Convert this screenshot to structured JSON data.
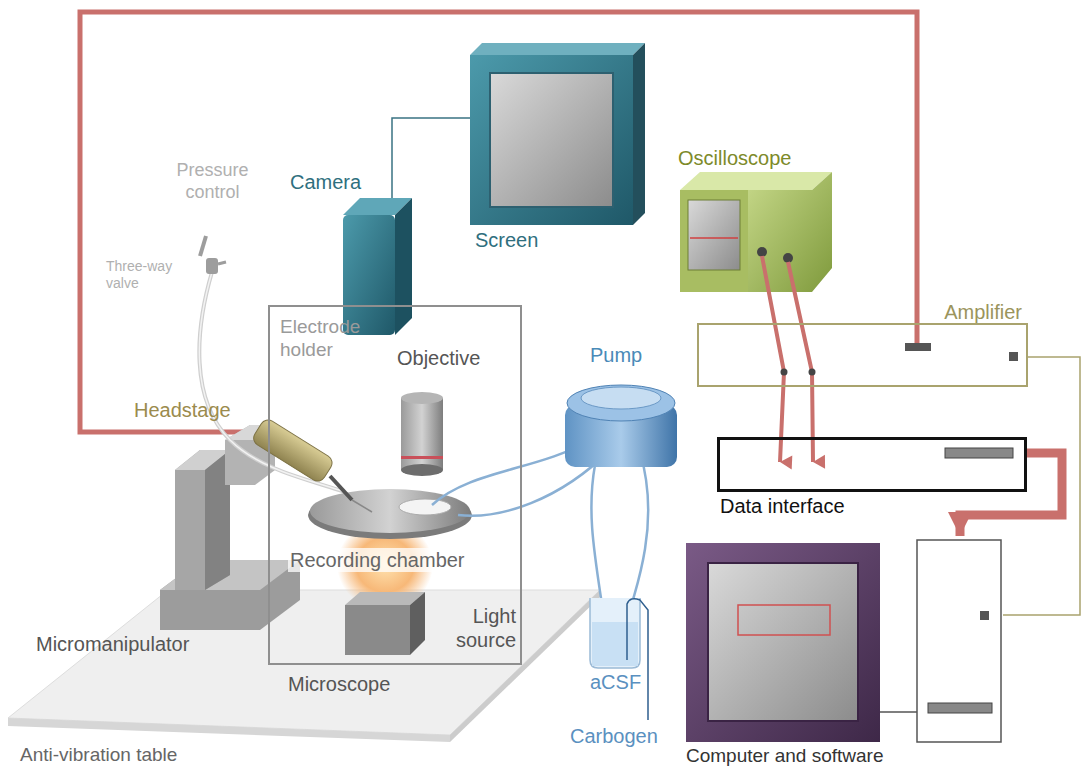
{
  "diagram": {
    "nodes": [
      {
        "text": [
          "Microscope"
        ]
      },
      {
        "text": [
          "Amplifier"
        ]
      },
      {
        "text": [
          "Data interface"
        ]
      },
      {
        "text": [
          "Computer and software"
        ]
      }
    ],
    "edges": [
      {
        "from": 2,
        "to": 3,
        "arrow": "to"
      },
      {
        "from": 1,
        "to": 3,
        "arrow": "none"
      }
    ],
    "labels": [
      "Pressure control",
      "Three-way valve",
      "Camera",
      "Screen",
      "Oscilloscope",
      "Electrode holder",
      "Objective",
      "Headstage",
      "Pump",
      "Recording chamber",
      "Light source",
      "Micromanipulator",
      "aCSF",
      "Carbogen",
      "Anti-vibration table"
    ]
  }
}
